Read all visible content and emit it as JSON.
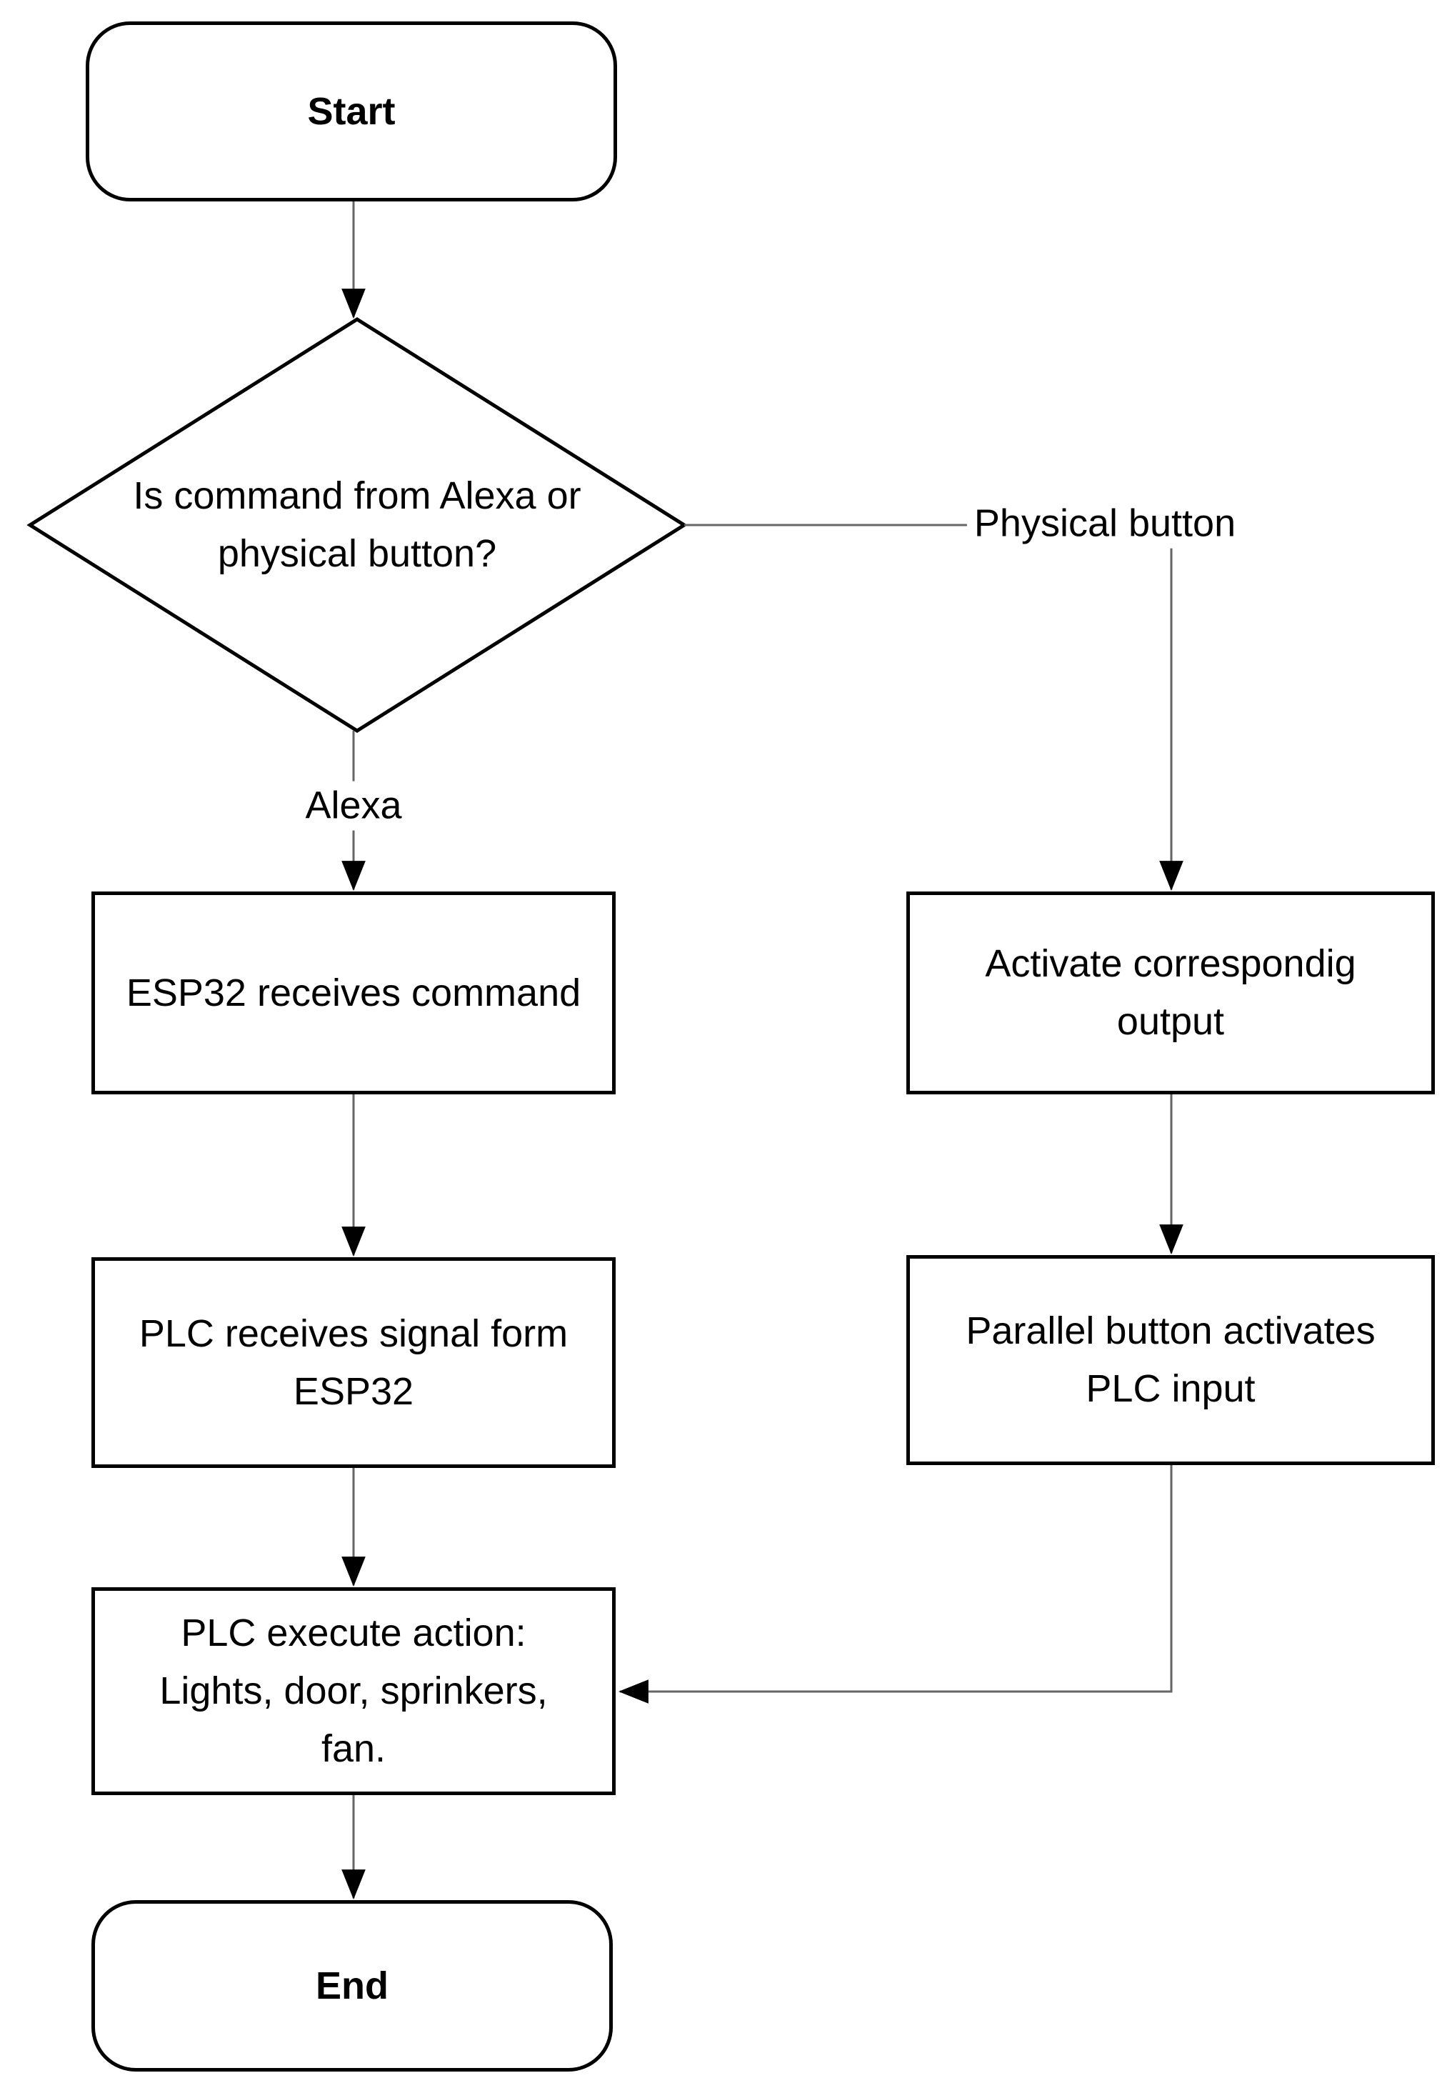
{
  "diagram": {
    "nodes": {
      "start": {
        "type": "terminator",
        "label": "Start"
      },
      "decision": {
        "type": "decision",
        "label": "Is command from Alexa or\nphysical button?"
      },
      "esp32": {
        "type": "process",
        "label": "ESP32 receives command"
      },
      "activate": {
        "type": "process",
        "label": "Activate correspondig\noutput"
      },
      "plc_receives": {
        "type": "process",
        "label": "PLC receives signal form\nESP32"
      },
      "parallel": {
        "type": "process",
        "label": "Parallel button activates\nPLC input"
      },
      "plc_execute": {
        "type": "process",
        "label": "PLC execute action:\nLights, door, sprinkers,\nfan."
      },
      "end": {
        "type": "terminator",
        "label": "End"
      }
    },
    "edge_labels": {
      "alexa": "Alexa",
      "physical_button": "Physical button"
    },
    "edges": [
      {
        "from": "start",
        "to": "decision",
        "label": ""
      },
      {
        "from": "decision",
        "to": "esp32",
        "label": "Alexa"
      },
      {
        "from": "decision",
        "to": "activate",
        "label": "Physical button"
      },
      {
        "from": "esp32",
        "to": "plc_receives",
        "label": ""
      },
      {
        "from": "activate",
        "to": "parallel",
        "label": ""
      },
      {
        "from": "plc_receives",
        "to": "plc_execute",
        "label": ""
      },
      {
        "from": "parallel",
        "to": "plc_execute",
        "label": ""
      },
      {
        "from": "plc_execute",
        "to": "end",
        "label": ""
      }
    ],
    "colors": {
      "shape_border": "#000000",
      "connector": "#666666",
      "arrowhead": "#000000",
      "background": "#ffffff",
      "text": "#000000"
    }
  }
}
